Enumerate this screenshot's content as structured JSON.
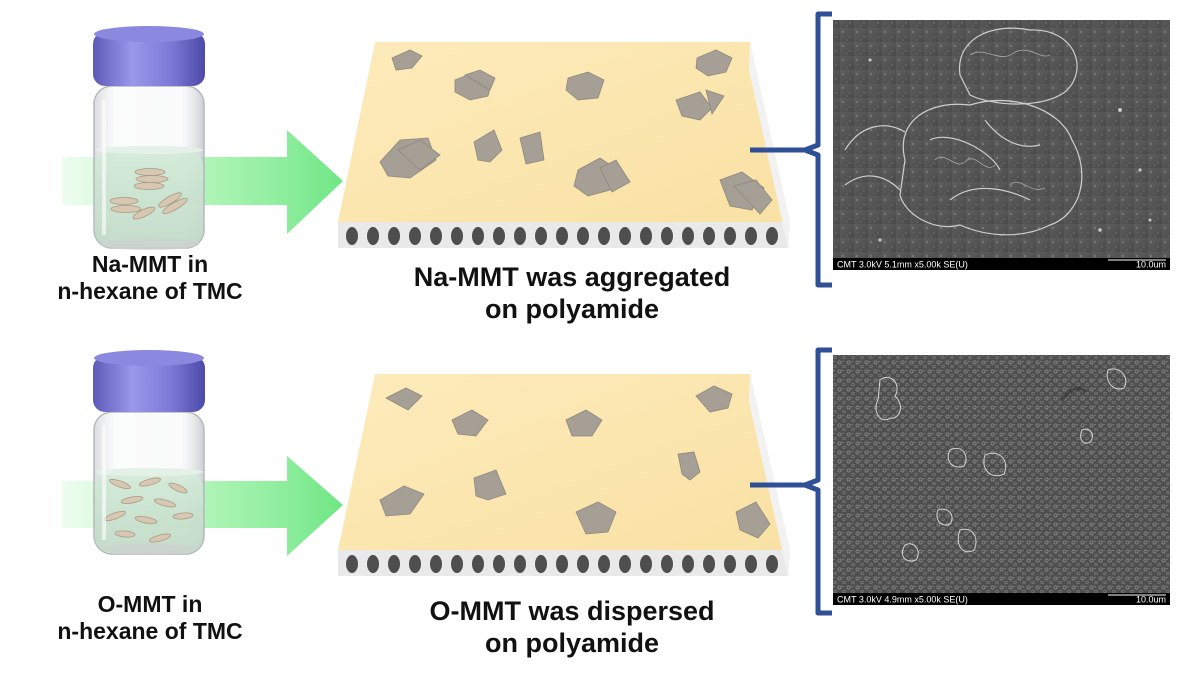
{
  "rows": [
    {
      "id": "top",
      "vial_label": [
        "Na-MMT in",
        "n-hexane of TMC"
      ],
      "membrane_label": [
        "Na-MMT was aggregated",
        "on polyamide"
      ],
      "sem_caption": "CMT 3.0kV 5.1mm x5.00k SE(U)",
      "sem_scale": "10.0um"
    },
    {
      "id": "bottom",
      "vial_label": [
        "O-MMT in",
        "n-hexane of TMC"
      ],
      "membrane_label": [
        "O-MMT was dispersed",
        "on polyamide"
      ],
      "sem_caption": "CMT 3.0kV 4.9mm x5.00k SE(U)",
      "sem_scale": "10.0um"
    }
  ],
  "colors": {
    "vial_cap": "#7c79d6",
    "arrow": "#8ef09a",
    "membrane_top": "#fde9b4",
    "platelet": "#a59f95",
    "bracket": "#2f4f96",
    "support": "#ececec"
  }
}
